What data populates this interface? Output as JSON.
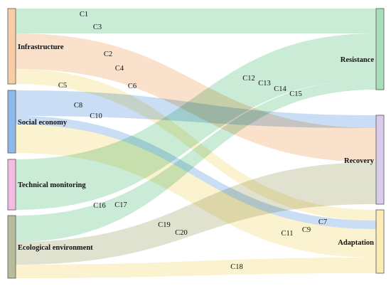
{
  "diagram": {
    "type": "sankey",
    "left_nodes": [
      {
        "id": "infra",
        "label": "Infrastructure",
        "color": "#F6CDA4",
        "flow_color": "#F6C9A0"
      },
      {
        "id": "social",
        "label": "Social economy",
        "color": "#8DB8E8",
        "flow_color": "#9DC3EC"
      },
      {
        "id": "tech",
        "label": "Technical monitoring",
        "color": "#F3BDE3",
        "flow_color": "#F1C2E4"
      },
      {
        "id": "eco",
        "label": "Ecological environment",
        "color": "#B9BC9A",
        "flow_color": "#C6CBA8"
      }
    ],
    "right_nodes": [
      {
        "id": "res",
        "label": "Resistance",
        "color": "#A8DDBA",
        "flow_color": "#9FDAB3"
      },
      {
        "id": "rec",
        "label": "Recovery",
        "color": "#D9CBEB",
        "flow_color": "#CDB8E6"
      },
      {
        "id": "ada",
        "label": "Adaptation",
        "color": "#FBEBB5",
        "flow_color": "#F8E7A8"
      }
    ],
    "flows": [
      {
        "from": "infra",
        "to": "res",
        "label": "C1",
        "color_from": "target"
      },
      {
        "from": "infra",
        "to": "res",
        "label": "C3",
        "color_from": "target"
      },
      {
        "from": "infra",
        "to": "rec",
        "label": "C2",
        "color_from": "source"
      },
      {
        "from": "infra",
        "to": "rec",
        "label": "C4",
        "color_from": "source"
      },
      {
        "from": "infra",
        "to": "rec",
        "label": "C6",
        "color_from": "source"
      },
      {
        "from": "infra",
        "to": "ada",
        "label": "C5",
        "color_from": "target"
      },
      {
        "from": "social",
        "to": "rec",
        "label": "C8",
        "color_from": "source"
      },
      {
        "from": "social",
        "to": "ada",
        "label": "C10",
        "color_from": "source"
      },
      {
        "from": "social",
        "to": "ada",
        "label": "C7",
        "color_from": "target"
      },
      {
        "from": "social",
        "to": "ada",
        "label": "C9",
        "color_from": "target"
      },
      {
        "from": "social",
        "to": "ada",
        "label": "C11",
        "color_from": "target"
      },
      {
        "from": "tech",
        "to": "res",
        "label": "C12",
        "color_from": "target"
      },
      {
        "from": "tech",
        "to": "res",
        "label": "C13",
        "color_from": "target"
      },
      {
        "from": "tech",
        "to": "res",
        "label": "C14",
        "color_from": "target"
      },
      {
        "from": "tech",
        "to": "res",
        "label": "C15",
        "color_from": "target"
      },
      {
        "from": "eco",
        "to": "res",
        "label": "C16",
        "color_from": "target"
      },
      {
        "from": "eco",
        "to": "res",
        "label": "C17",
        "color_from": "target"
      },
      {
        "from": "eco",
        "to": "rec",
        "label": "C19",
        "color_from": "source"
      },
      {
        "from": "eco",
        "to": "rec",
        "label": "C20",
        "color_from": "source"
      },
      {
        "from": "eco",
        "to": "ada",
        "label": "C18",
        "color_from": "target"
      }
    ]
  }
}
